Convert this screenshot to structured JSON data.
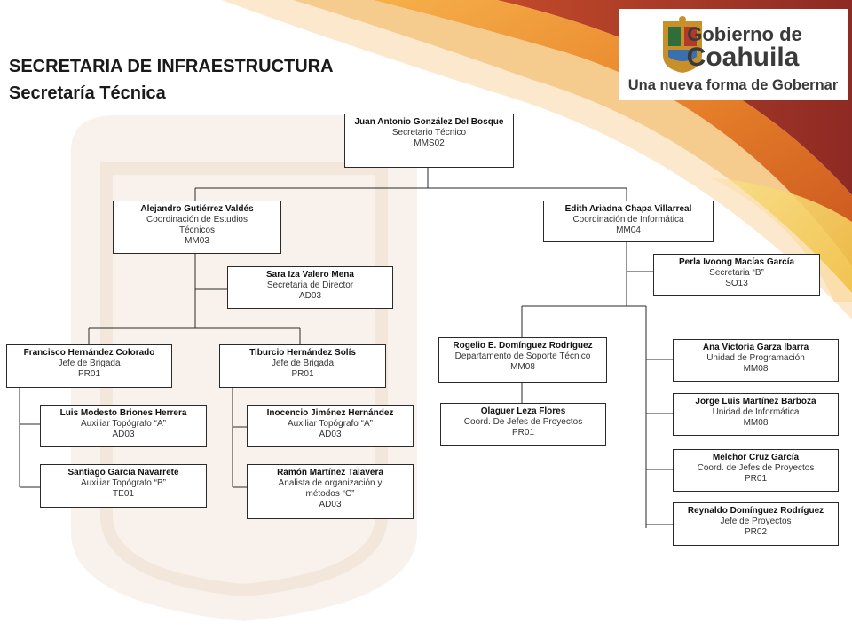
{
  "header": {
    "title": "SECRETARIA DE INFRAESTRUCTURA",
    "subtitle": "Secretaría Técnica"
  },
  "logo": {
    "line1": "Gobierno de",
    "line2": "Coahuila",
    "slogan": "Una nueva forma de Gobernar",
    "brand_color": "#3a3a3a",
    "seal_icon": "coat-of-arms-icon"
  },
  "colors": {
    "accent_orange": "#e8832a",
    "accent_red": "#a8322a",
    "accent_yellow": "#f2c84a"
  },
  "org": {
    "secretario": {
      "name": "Juan Antonio González Del Bosque",
      "role": "Secretario Técnico",
      "code": "MMS02"
    },
    "estudios": {
      "name": "Alejandro Gutiérrez Valdés",
      "role": "Coordinación de Estudios Técnicos",
      "code": "MM03"
    },
    "informatica": {
      "name": "Edith Ariadna Chapa Villarreal",
      "role": "Coordinación de Informática",
      "code": "MM04"
    },
    "sara": {
      "name": "Sara Iza Valero Mena",
      "role": "Secretaria de Director",
      "code": "AD03"
    },
    "perla": {
      "name": "Perla Ivoong Macías García",
      "role": "Secretaria “B”",
      "code": "SO13"
    },
    "francisco": {
      "name": "Francisco Hernández Colorado",
      "role": "Jefe de Brigada",
      "code": "PR01"
    },
    "tiburcio": {
      "name": "Tiburcio Hernández Solís",
      "role": "Jefe de Brigada",
      "code": "PR01"
    },
    "luis": {
      "name": "Luis Modesto Briones Herrera",
      "role": "Auxiliar Topógrafo “A”",
      "code": "AD03"
    },
    "santiago": {
      "name": "Santiago García Navarrete",
      "role": "Auxiliar Topógrafo “B”",
      "code": "TE01"
    },
    "inocencio": {
      "name": "Inocencio Jiménez Hernández",
      "role": "Auxiliar Topógrafo “A”",
      "code": "AD03"
    },
    "ramon": {
      "name": "Ramón Martínez Talavera",
      "role": "Analista de organización y métodos “C”",
      "code": "AD03"
    },
    "rogelio": {
      "name": "Rogelio E. Domínguez Rodríguez",
      "role": "Departamento de Soporte Técnico",
      "code": "MM08"
    },
    "olaguer": {
      "name": "Olaguer Leza Flores",
      "role": "Coord. De Jefes de Proyectos",
      "code": "PR01"
    },
    "ana": {
      "name": "Ana Victoria Garza Ibarra",
      "role": "Unidad de Programación",
      "code": "MM08"
    },
    "jorge": {
      "name": "Jorge Luis Martínez Barboza",
      "role": "Unidad de Informática",
      "code": "MM08"
    },
    "melchor": {
      "name": "Melchor Cruz García",
      "role": "Coord. de Jefes de Proyectos",
      "code": "PR01"
    },
    "reynaldo": {
      "name": "Reynaldo Domínguez Rodríguez",
      "role": "Jefe de Proyectos",
      "code": "PR02"
    }
  }
}
